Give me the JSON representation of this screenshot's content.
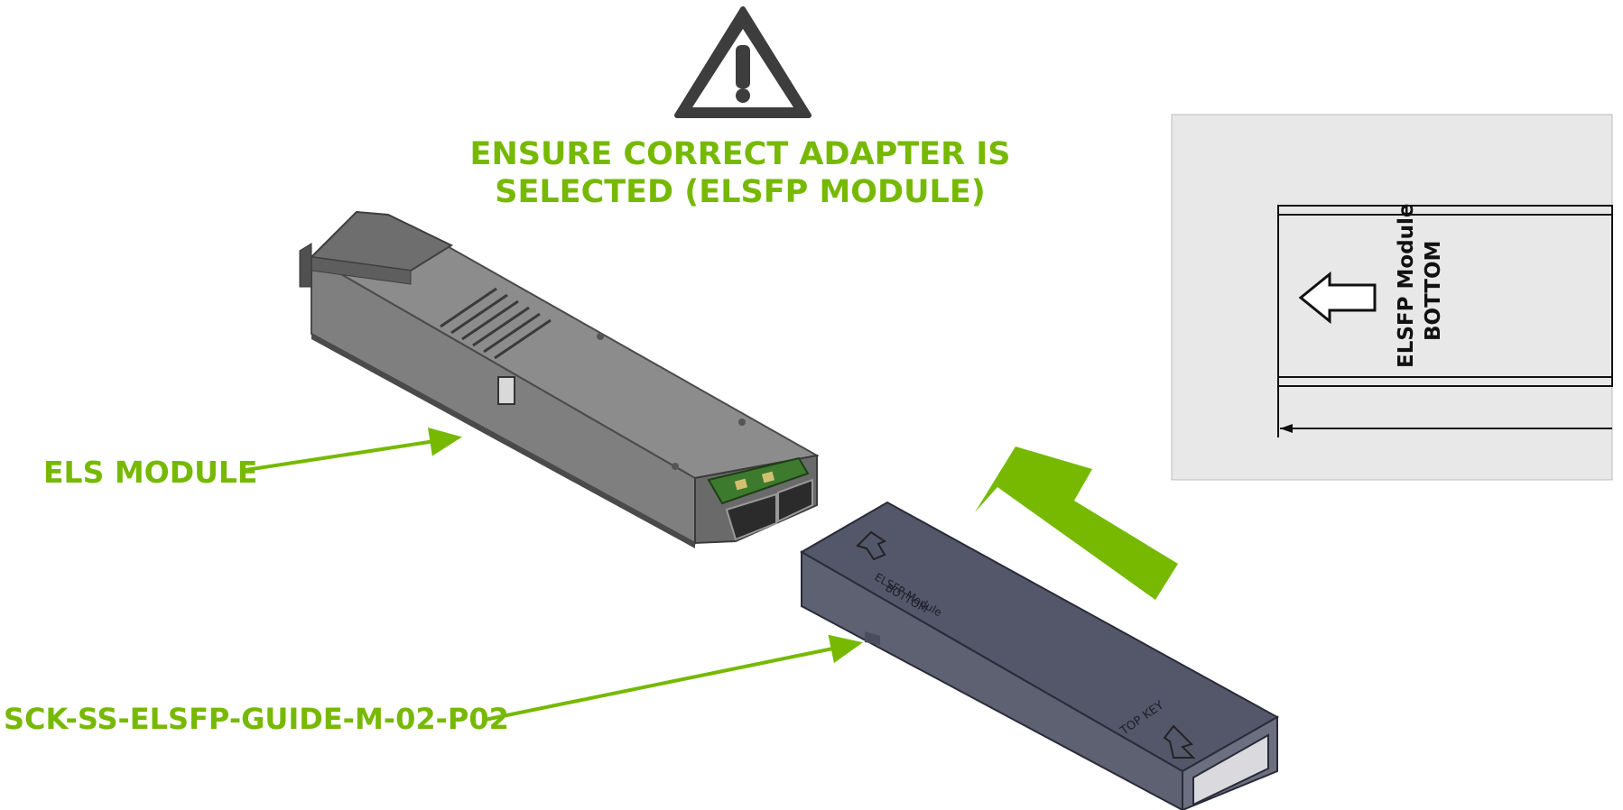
{
  "warning": {
    "line1": "ENSURE CORRECT ADAPTER IS",
    "line2": "SELECTED (ELSFP MODULE)",
    "icon": "warning-triangle-icon"
  },
  "labels": {
    "els_module": "ELS MODULE",
    "guide_part": "SCK-SS-ELSFP-GUIDE-M-02-P02"
  },
  "inset": {
    "line1": "ELSFP Module",
    "line2": "BOTTOM"
  },
  "adapter": {
    "top_text_1": "ELSFP Module",
    "top_text_2": "BOTTOM",
    "end_text": "TOP KEY"
  },
  "colors": {
    "accent": "#76b900",
    "warning_dark": "#3d3d3d"
  }
}
